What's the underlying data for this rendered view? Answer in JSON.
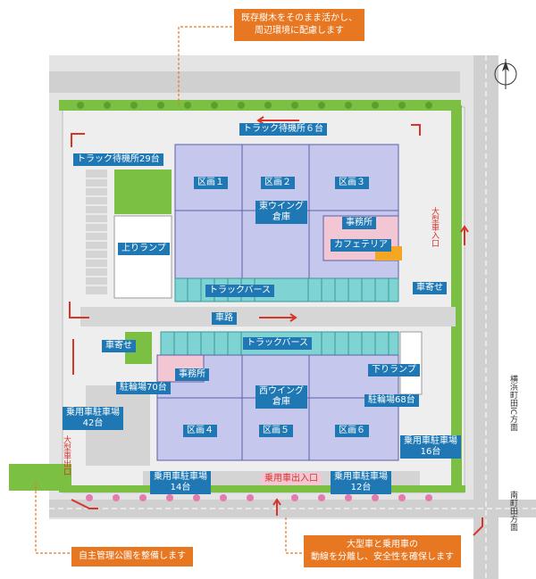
{
  "callouts": {
    "top": [
      "既存樹木をそのまま活かし、",
      "周辺環境に配慮します"
    ],
    "bottom_left": "自主管理公園を整備します",
    "bottom_right": [
      "大型車と乗用車の",
      "動線を分離し、安全性を確保します"
    ]
  },
  "labels": {
    "truck_wait_6": "トラック待機所６台",
    "truck_wait_29": "トラック待機所29台",
    "block1": "区画１",
    "block2": "区画２",
    "block3": "区画３",
    "east_wing": [
      "東ウイング",
      "倉庫"
    ],
    "office_n": "事務所",
    "cafeteria": "カフェテリア",
    "up_ramp": "上りランプ",
    "truck_berth_n": "トラックバース",
    "car_stop_e": "車寄せ",
    "road": "車路",
    "car_stop_w": "車寄せ",
    "truck_berth_s": "トラックバース",
    "office_s": "事務所",
    "down_ramp": "下りランプ",
    "bike_70": "駐輪場70台",
    "car_42": [
      "乗用車駐車場",
      "42台"
    ],
    "west_wing": [
      "西ウイング",
      "倉庫"
    ],
    "block4": "区画４",
    "block5": "区画５",
    "block6": "区画６",
    "bike_68": "駐輪場68台",
    "car_16": [
      "乗用車駐車場",
      "16台"
    ],
    "car_14": [
      "乗用車駐車場",
      "14台"
    ],
    "car_entrance": "乗用車出入口",
    "car_12": [
      "乗用車駐車場",
      "12台"
    ],
    "truck_exit": "大型車出口",
    "truck_entry": "大型車入口",
    "ic_direction": "横浜町田IC方面",
    "station_direction": "南町田方面"
  },
  "colors": {
    "orange": "#e87722",
    "blue": "#1f78b4",
    "warehouse": "#c5c8ec",
    "berth": "#7fd3d3",
    "green": "#7bc043",
    "road": "#d6d6d6",
    "red": "#d8342a"
  }
}
